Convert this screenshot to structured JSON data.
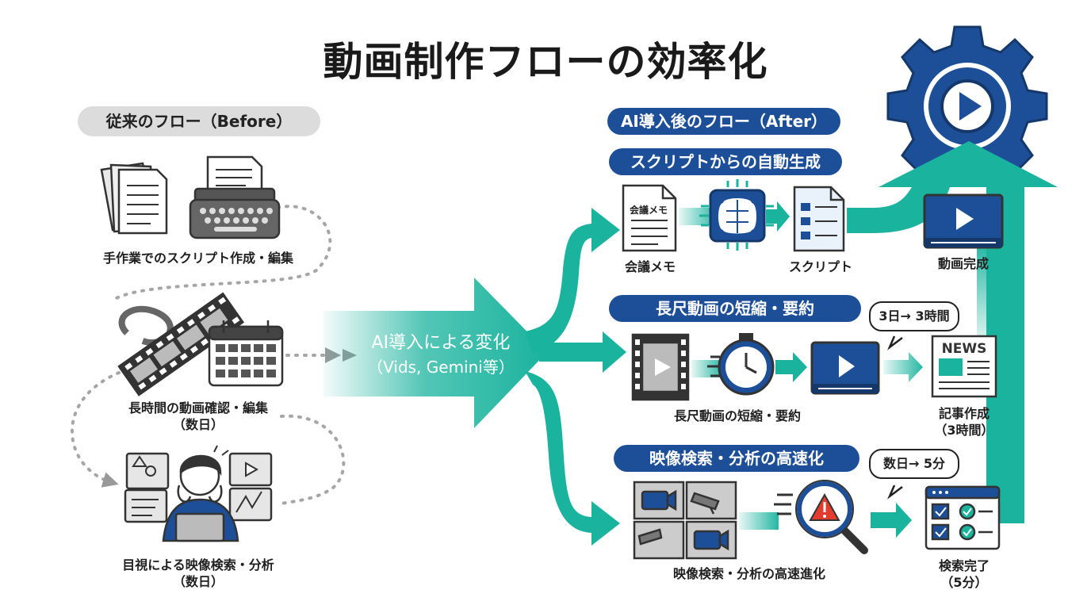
{
  "title": "動画制作フローの効率化",
  "before": {
    "header": "従来のフロー（Before）",
    "steps": [
      {
        "caption": "手作業でのスクリプト作成・編集"
      },
      {
        "caption": "長時間の動画確認・編集",
        "sub": "（数日）"
      },
      {
        "caption": "目視による映像検索・分析",
        "sub": "（数日）"
      }
    ]
  },
  "transition": {
    "line1": "AI導入による変化",
    "line2": "（Vids, Gemini等）"
  },
  "after": {
    "header": "AI導入後のフロー（After）",
    "rows": [
      {
        "header": "スクリプトからの自動生成",
        "memo_doc_label": "会議メモ",
        "captions": [
          "会議メモ",
          "スクリプト",
          "動画完成"
        ]
      },
      {
        "header": "長尺動画の短縮・要約",
        "bubble": "3日→ 3時間",
        "news_label": "NEWS",
        "captions": [
          "長尺動画の短縮・要約"
        ],
        "result": {
          "caption": "記事作成",
          "sub": "（3時間）"
        }
      },
      {
        "header": "映像検索・分析の高速化",
        "bubble": "数日→ 5分",
        "captions": [
          "映像検索・分析の高速進化"
        ],
        "result": {
          "caption": "検索完了",
          "sub": "（5分）"
        }
      }
    ]
  },
  "colors": {
    "teal": "#1ab39e",
    "navy": "#1d4f99",
    "grey_pill": "#dcdcdc",
    "dot_grey": "#999999"
  },
  "icons": [
    "document-stack-icon",
    "typewriter-icon",
    "film-strip-icon",
    "calendar-icon",
    "stressed-person-icon",
    "gear-play-icon",
    "memo-doc-icon",
    "ai-chip-icon",
    "script-doc-icon",
    "video-player-icon",
    "film-frame-icon",
    "stopwatch-icon",
    "newspaper-icon",
    "camera-grid-icon",
    "magnifier-alert-icon",
    "checklist-icon"
  ]
}
